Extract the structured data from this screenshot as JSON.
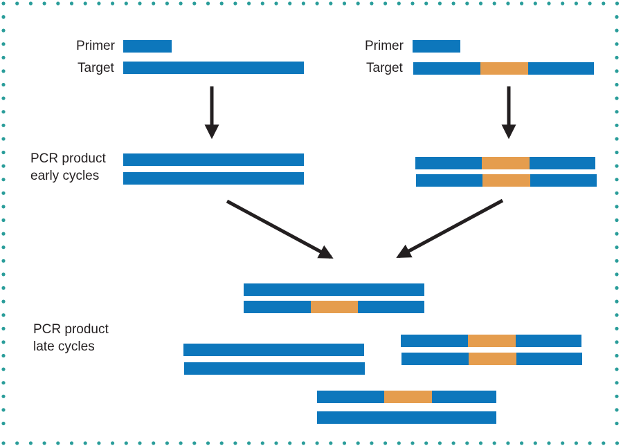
{
  "colors": {
    "dna": "#0d77bc",
    "insert": "#e59d4e",
    "arrow": "#231f20",
    "border_dots": "#2a9d9a",
    "text": "#231f20"
  },
  "labels": {
    "left_primer": "Primer",
    "left_target": "Target",
    "right_primer": "Primer",
    "right_target": "Target",
    "early_line1": "PCR product",
    "early_line2": "early cycles",
    "late_line1": "PCR product",
    "late_line2": "late cycles"
  },
  "strands": [
    {
      "id": "left-primer",
      "segments": [
        "dna"
      ]
    },
    {
      "id": "left-target",
      "segments": [
        "dna"
      ]
    },
    {
      "id": "right-primer",
      "segments": [
        "dna"
      ]
    },
    {
      "id": "right-target",
      "segments": [
        "dna",
        "insert",
        "dna"
      ]
    },
    {
      "id": "early-left-top",
      "segments": [
        "dna"
      ]
    },
    {
      "id": "early-left-bottom",
      "segments": [
        "dna"
      ]
    },
    {
      "id": "early-right-top",
      "segments": [
        "dna",
        "insert",
        "dna"
      ]
    },
    {
      "id": "early-right-bottom",
      "segments": [
        "dna",
        "insert",
        "dna"
      ]
    },
    {
      "id": "late-center-top",
      "segments": [
        "dna"
      ]
    },
    {
      "id": "late-center-bottom",
      "segments": [
        "dna",
        "insert",
        "dna"
      ]
    },
    {
      "id": "late-left-top",
      "segments": [
        "dna"
      ]
    },
    {
      "id": "late-left-bottom",
      "segments": [
        "dna"
      ]
    },
    {
      "id": "late-right-top",
      "segments": [
        "dna",
        "insert",
        "dna"
      ]
    },
    {
      "id": "late-right-bottom",
      "segments": [
        "dna",
        "insert",
        "dna"
      ]
    },
    {
      "id": "late-bottom-top",
      "segments": [
        "dna",
        "insert",
        "dna"
      ]
    },
    {
      "id": "late-bottom-bottom",
      "segments": [
        "dna"
      ]
    }
  ],
  "arrows": [
    {
      "id": "left-down",
      "direction": "down"
    },
    {
      "id": "right-down",
      "direction": "down"
    },
    {
      "id": "left-diagonal",
      "direction": "down-right"
    },
    {
      "id": "right-diagonal",
      "direction": "down-left"
    }
  ]
}
